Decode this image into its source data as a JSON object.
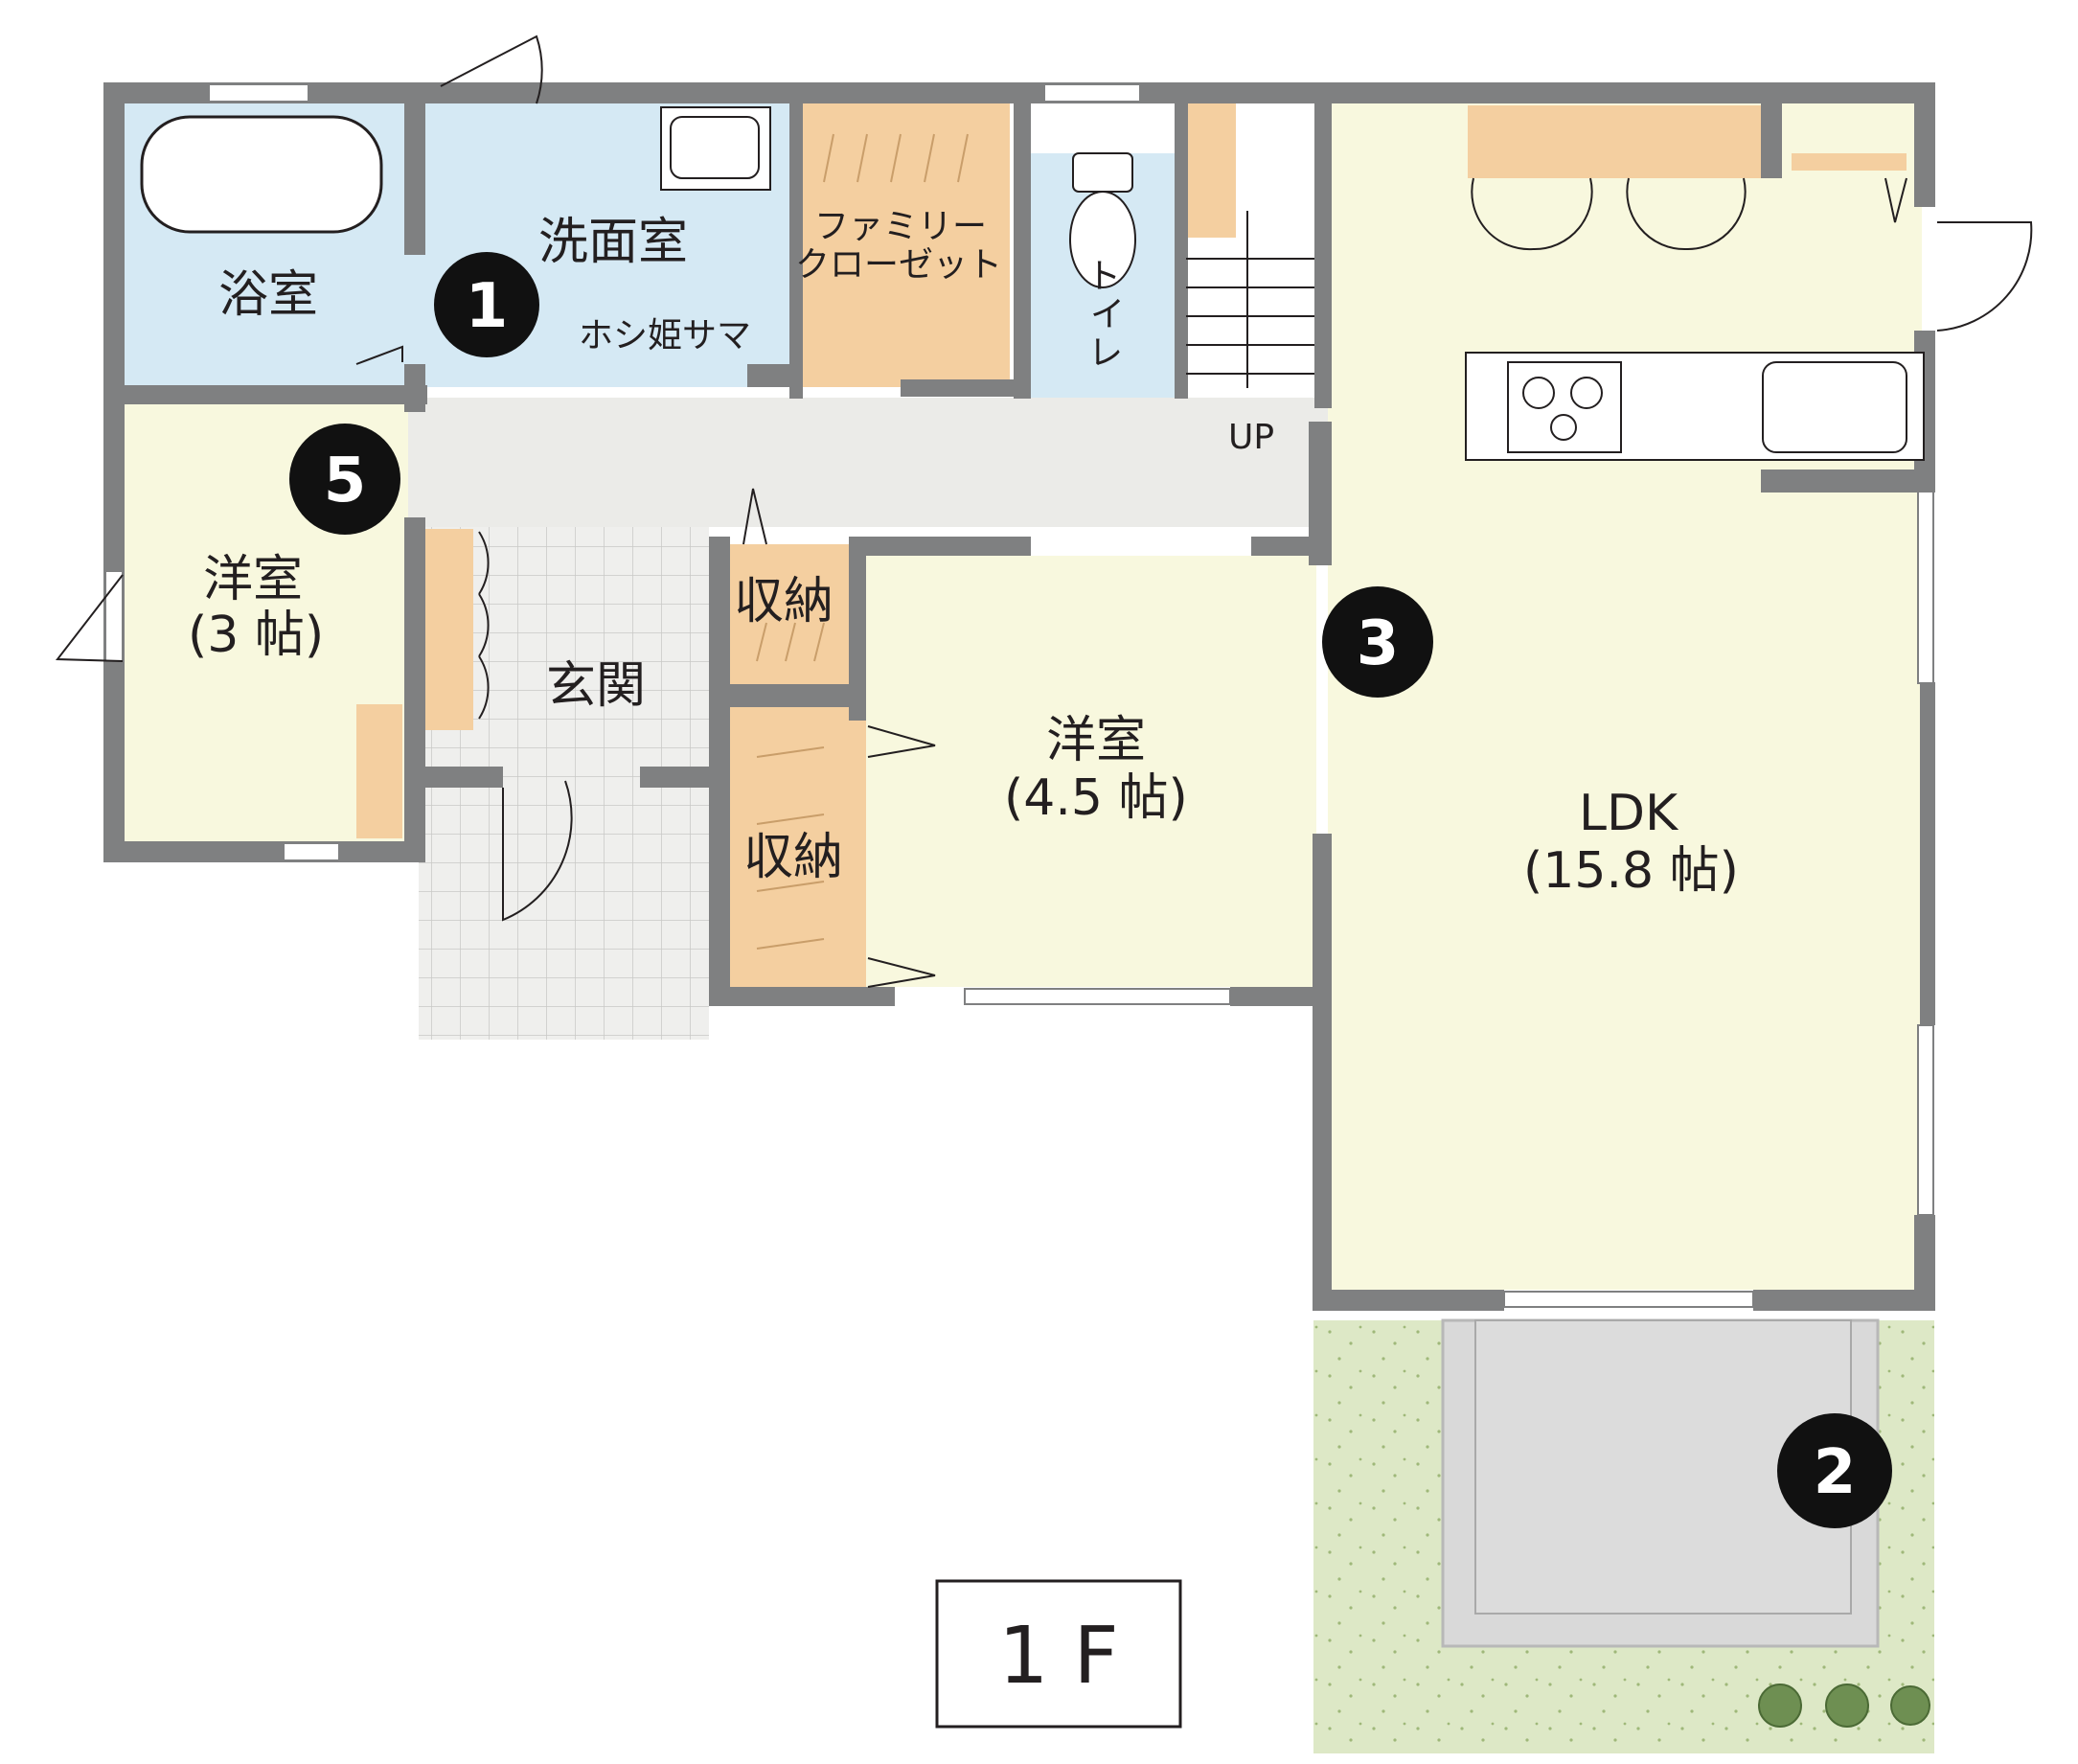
{
  "rooms": {
    "bath": "浴室",
    "washroom": "洗面室",
    "hoshi": "ホシ姫サマ",
    "closet_line1": "ファミリー",
    "closet_line2": "クローゼット",
    "toilet_line1": "ト",
    "toilet_line2": "イ",
    "toilet_line3": "レ",
    "stairs_up": "UP",
    "western3_name": "洋室",
    "western3_size": "(3 帖)",
    "storage_upper": "収納",
    "storage_lower": "収納",
    "entrance": "玄関",
    "western45_name": "洋室",
    "western45_size": "(4.5 帖)",
    "ldk_name": "LDK",
    "ldk_size": "(15.8 帖)"
  },
  "badges": [
    "1",
    "2",
    "3",
    "5"
  ],
  "floor_label": "1 F",
  "colors": {
    "wall": "#7f8081",
    "wash_blue": "#d5e9f4",
    "room_cream": "#f8f8de",
    "closet_orange": "#f4cfa0",
    "hall_gray": "#ebebe8",
    "tile_gray": "#eeeeec",
    "yard_green": "#dde8c6",
    "parking_gray": "#dcdcdc",
    "badge_black": "#111111"
  }
}
